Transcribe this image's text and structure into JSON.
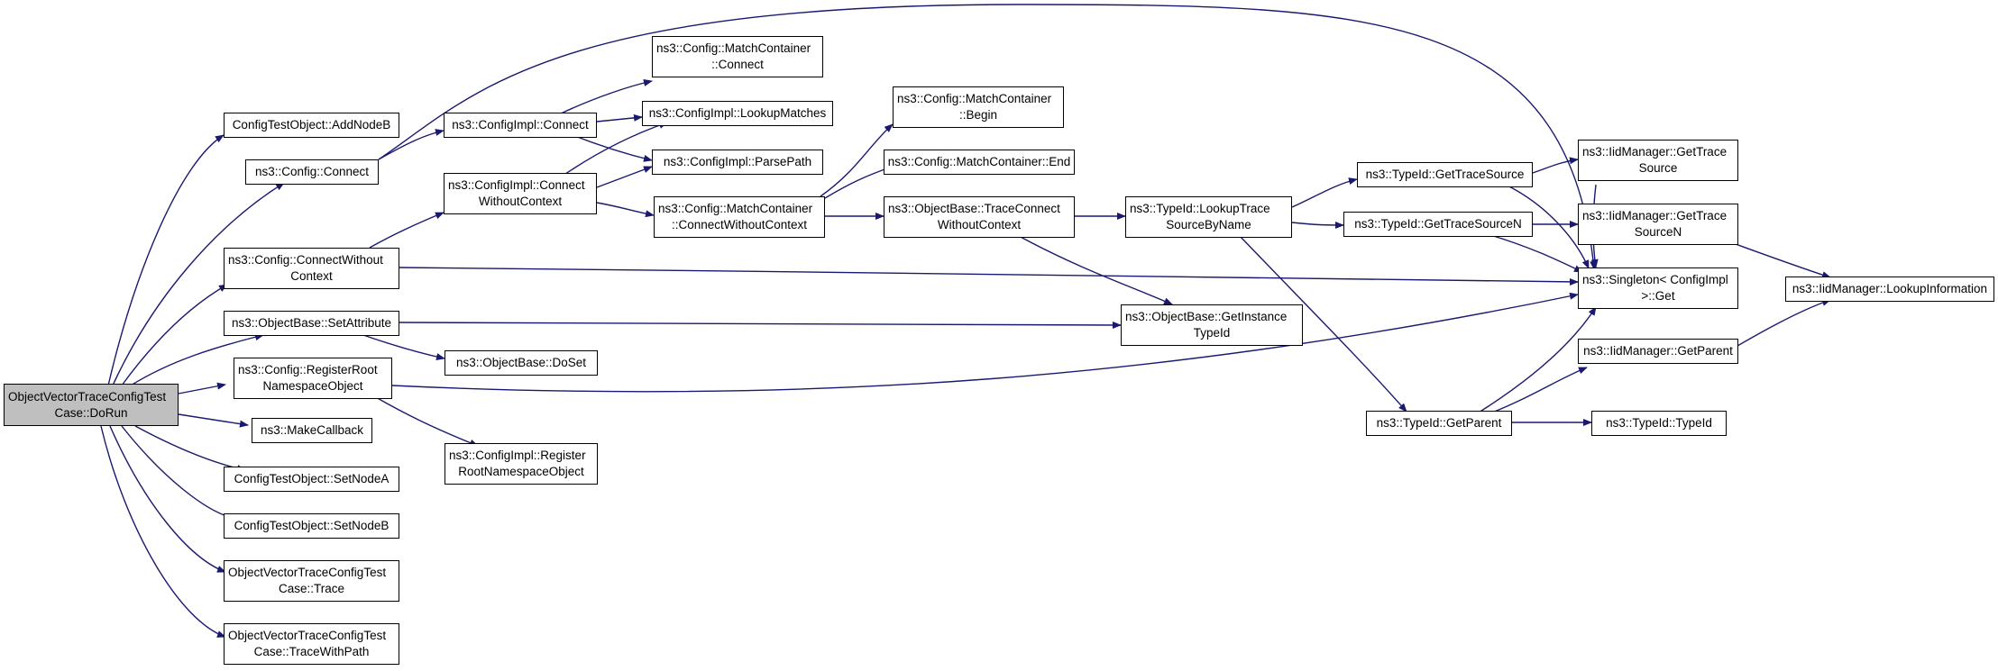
{
  "graph": {
    "nodes": {
      "root": {
        "line1": "ObjectVectorTraceConfigTest",
        "line2": "Case::DoRun"
      },
      "addNodeB": {
        "line1": "ConfigTestObject::AddNodeB"
      },
      "cfgConnect": {
        "line1": "ns3::Config::Connect"
      },
      "cfgConnectWithout": {
        "line1": "ns3::Config::ConnectWithout",
        "line2": "Context"
      },
      "setAttribute": {
        "line1": "ns3::ObjectBase::SetAttribute"
      },
      "registerRoot": {
        "line1": "ns3::Config::RegisterRoot",
        "line2": "NamespaceObject"
      },
      "makeCallback": {
        "line1": "ns3::MakeCallback"
      },
      "setNodeA": {
        "line1": "ConfigTestObject::SetNodeA"
      },
      "setNodeB": {
        "line1": "ConfigTestObject::SetNodeB"
      },
      "trace": {
        "line1": "ObjectVectorTraceConfigTest",
        "line2": "Case::Trace"
      },
      "traceWithPath": {
        "line1": "ObjectVectorTraceConfigTest",
        "line2": "Case::TraceWithPath"
      },
      "implConnect": {
        "line1": "ns3::ConfigImpl::Connect"
      },
      "implConnectWithout": {
        "line1": "ns3::ConfigImpl::Connect",
        "line2": "WithoutContext"
      },
      "doSet": {
        "line1": "ns3::ObjectBase::DoSet"
      },
      "implRegisterRoot": {
        "line1": "ns3::ConfigImpl::Register",
        "line2": "RootNamespaceObject"
      },
      "mcConnect": {
        "line1": "ns3::Config::MatchContainer",
        "line2": "::Connect"
      },
      "lookupMatches": {
        "line1": "ns3::ConfigImpl::LookupMatches"
      },
      "parsePath": {
        "line1": "ns3::ConfigImpl::ParsePath"
      },
      "mcConnectWithout": {
        "line1": "ns3::Config::MatchContainer",
        "line2": "::ConnectWithoutContext"
      },
      "mcBegin": {
        "line1": "ns3::Config::MatchContainer",
        "line2": "::Begin"
      },
      "mcEnd": {
        "line1": "ns3::Config::MatchContainer::End"
      },
      "traceConnect": {
        "line1": "ns3::ObjectBase::TraceConnect",
        "line2": "WithoutContext"
      },
      "getInstanceTypeId": {
        "line1": "ns3::ObjectBase::GetInstance",
        "line2": "TypeId"
      },
      "lookupTraceSource": {
        "line1": "ns3::TypeId::LookupTrace",
        "line2": "SourceByName"
      },
      "getTraceSource": {
        "line1": "ns3::TypeId::GetTraceSource"
      },
      "getTraceSourceN": {
        "line1": "ns3::TypeId::GetTraceSourceN"
      },
      "typeGetParent": {
        "line1": "ns3::TypeId::GetParent"
      },
      "singletonGet": {
        "line1": "ns3::Singleton< ConfigImpl",
        "line2": " >::Get"
      },
      "iidGetTraceSource": {
        "line1": "ns3::IidManager::GetTrace",
        "line2": "Source"
      },
      "iidGetTraceSourceN": {
        "line1": "ns3::IidManager::GetTrace",
        "line2": "SourceN"
      },
      "iidGetParent": {
        "line1": "ns3::IidManager::GetParent"
      },
      "typeIdCtor": {
        "line1": "ns3::TypeId::TypeId"
      },
      "lookupInformation": {
        "line1": "ns3::IidManager::LookupInformation"
      }
    },
    "edge_color": "#191970"
  }
}
